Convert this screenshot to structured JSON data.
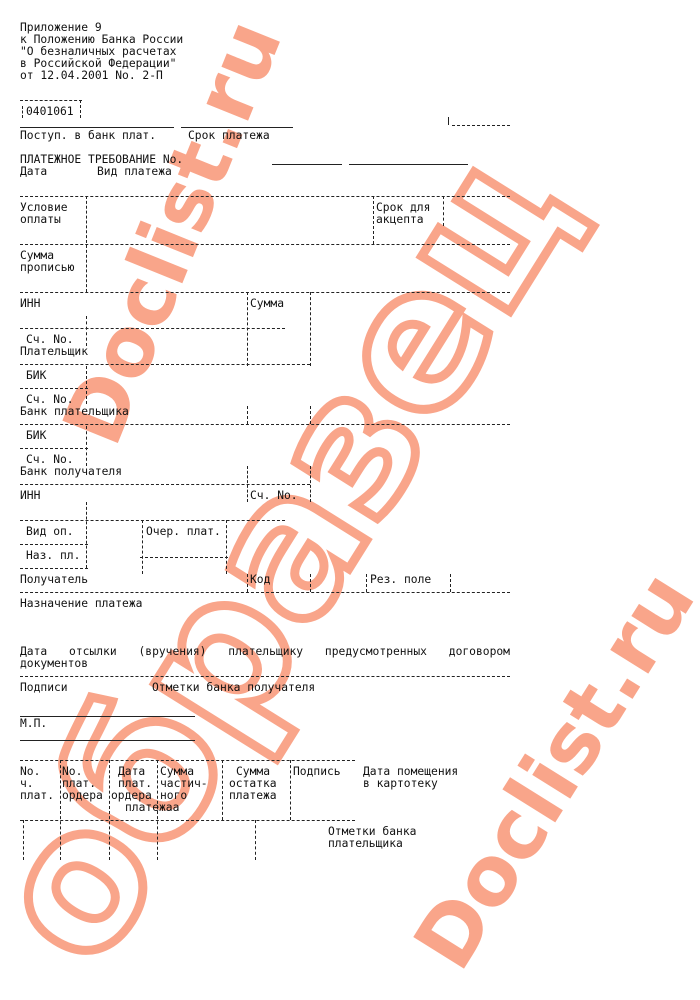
{
  "header": {
    "lines": [
      "Приложение 9",
      "к Положению Банка России",
      "\"О безналичных расчетах",
      "в Российской Федерации\"",
      "от 12.04.2001 No. 2-П"
    ]
  },
  "form_code": "0401061",
  "received_label": "Поступ. в банк плат.",
  "due_label": "Срок платежа",
  "title": "ПЛАТЕЖНОЕ ТРЕБОВАНИЕ No.",
  "date_label": "Дата",
  "payment_type_label": "Вид платежа",
  "terms": [
    "Условие",
    "оплаты"
  ],
  "accept_term": [
    "Срок для",
    "акцепта"
  ],
  "amount_words": [
    "Сумма",
    "прописью"
  ],
  "inn": "ИНН",
  "amount": "Сумма",
  "acct": "Сч. No.",
  "payer": "Плательщик",
  "bik": "БИК",
  "payer_bank": "Банк плательщика",
  "payee_bank": "Банк получателя",
  "op_type": "Вид оп.",
  "priority": "Очер. плат.",
  "purpose_code": "Наз. пл.",
  "payee": "Получатель",
  "code": "Код",
  "reserve": "Рез. поле",
  "purpose": "Назначение платежа",
  "docs_date": [
    "Дата отсылки (вручения) плательщику предусмотренных договором",
    "документов"
  ],
  "signatures": "Подписи",
  "payee_bank_marks": "Отметки банка получателя",
  "stamp": "М.П.",
  "table": {
    "cols": [
      [
        "No.",
        "ч.",
        "плат."
      ],
      [
        "No.",
        "плат.",
        "ордера"
      ],
      [
        "Дата",
        "плат.",
        "ордера"
      ],
      [
        "Сумма",
        "частич-",
        "ного",
        "платежаа"
      ],
      [
        "Сумма",
        "остатка",
        "платежа"
      ],
      [
        "Подпись"
      ],
      [
        "Дата помещения",
        "в картотеку"
      ]
    ]
  },
  "payer_bank_marks": [
    "Отметки банка",
    "плательщика"
  ],
  "watermark": {
    "a": "Doclist.ru",
    "b": "образец",
    "c": "Doclist.ru",
    "color": "#f9a58a"
  }
}
